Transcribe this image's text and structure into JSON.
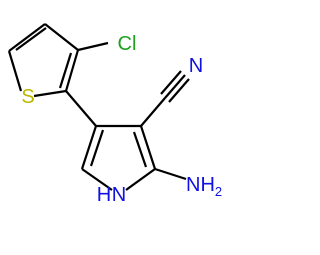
{
  "molecule": {
    "atoms": {
      "s": "S",
      "cl": "Cl",
      "n": "N",
      "nh": "H",
      "nh_n": "N",
      "nh2": "NH",
      "nh2_sub": "2"
    }
  },
  "colors": {
    "bond": "#000000",
    "sulfur": "#b8b800",
    "chlorine": "#1fa01f",
    "nitrogen": "#1010e0"
  }
}
